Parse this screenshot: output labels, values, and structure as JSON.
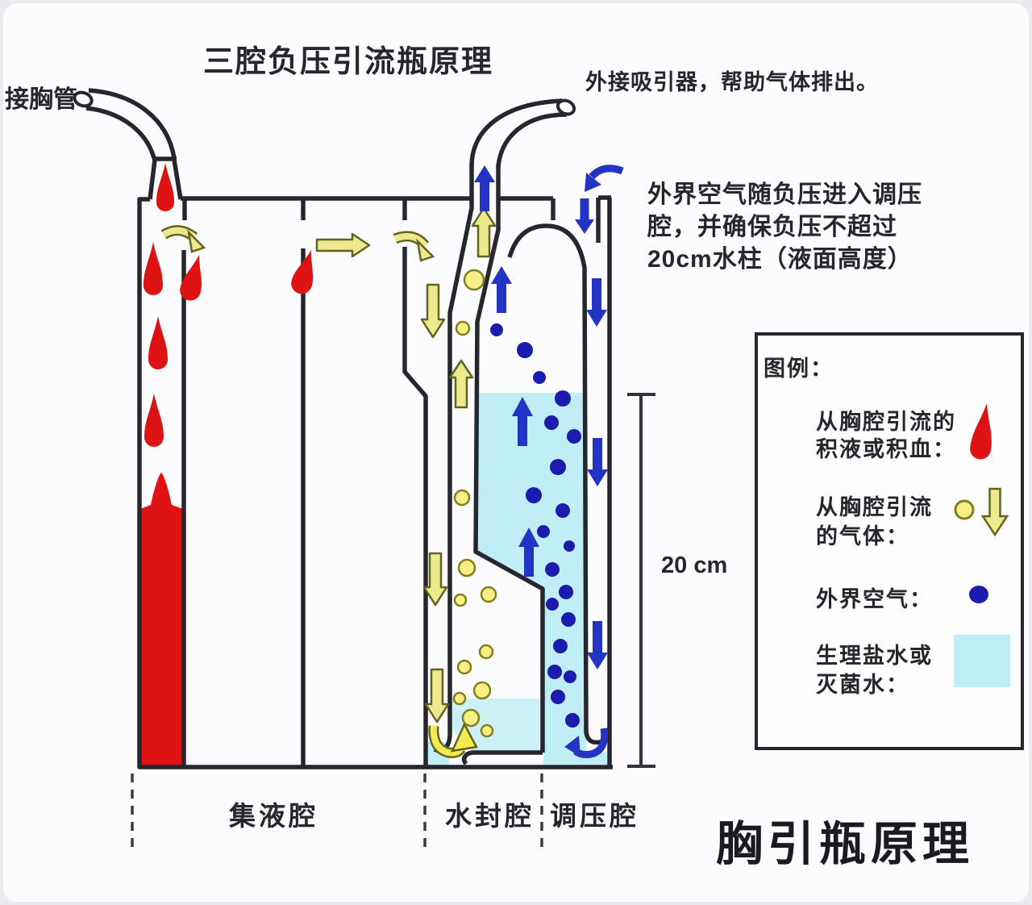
{
  "title": "三腔负压引流瓶原理",
  "labels": {
    "chest_tube": "接胸管",
    "suction_note": "外接吸引器，帮助气体排出。",
    "pressure_note_line1": "外界空气随负压进入调压",
    "pressure_note_line2": "腔，并确保负压不超过",
    "pressure_note_line3": "20cm水柱（液面高度）",
    "measure": "20 cm",
    "chamber_collection": "集液腔",
    "chamber_water_seal": "水封腔",
    "chamber_pressure": "调压腔",
    "footer_title": "胸引瓶原理"
  },
  "legend": {
    "title": "图例：",
    "items": [
      {
        "line1": "从胸腔引流的",
        "line2": "积液或积血：",
        "icon": "blood-drop-icon"
      },
      {
        "line1": "从胸腔引流",
        "line2": "的气体：",
        "icon": "gas-bubble-and-arrow-icon"
      },
      {
        "line1": "外界空气：",
        "line2": "",
        "icon": "outside-air-dot-icon"
      },
      {
        "line1": "生理盐水或",
        "line2": "灭菌水：",
        "icon": "saline-water-swatch-icon"
      }
    ]
  },
  "colors": {
    "ink": "#26262e",
    "blood_red": "#de1414",
    "water_blue": "#bfeef6",
    "gas_yellow": "#ece98f",
    "air_blue": "#1b1cae",
    "arrow_blue": "#2334c4"
  }
}
